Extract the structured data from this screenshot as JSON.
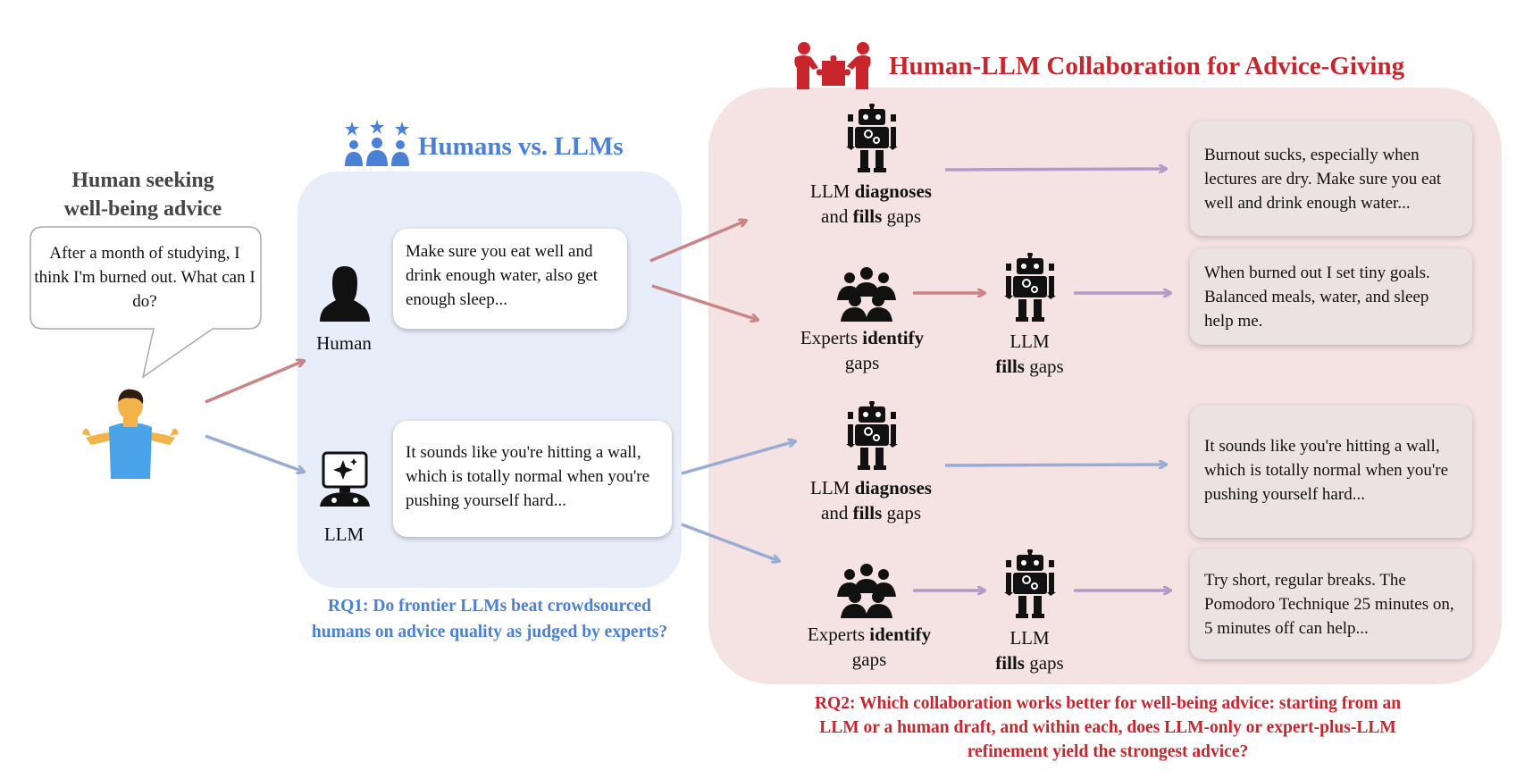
{
  "colors": {
    "blue_accent": "#4a80d6",
    "red_accent": "#c8262c",
    "blue_panel": "#e7edf9",
    "red_panel": "#f5e3e3",
    "arrow_red": "#c98585",
    "arrow_blue": "#98acd6",
    "arrow_purple": "#b49ac8"
  },
  "left": {
    "title_line1": "Human seeking",
    "title_line2": "well-being advice",
    "speech": "After a month of studying, I think I'm burned out. What can I do?"
  },
  "humans_vs_llms": {
    "title": "Humans vs. LLMs",
    "human_label": "Human",
    "llm_label": "LLM",
    "human_reply": "Make sure you eat well and drink enough water, also get enough sleep...",
    "llm_reply": "It sounds like you're hitting a wall, which is totally normal when you're pushing yourself hard...",
    "rq1_line1": "RQ1: Do frontier LLMs beat crowdsourced",
    "rq1_line2": "humans on advice quality as judged by experts?"
  },
  "collab": {
    "title": "Human-LLM Collaboration for Advice-Giving",
    "llm_word": "LLM",
    "diagnoses_word": "diagnoses",
    "and_word": "and",
    "fills_word": "fills",
    "gaps_word": "gaps",
    "experts_word": "Experts",
    "identify_word": "identify",
    "responses": [
      "Burnout sucks, especially when lectures are dry. Make sure you eat well and drink enough water...",
      "When burned out I set tiny goals. Balanced meals, water, and sleep help me.",
      "It sounds like you're hitting a wall, which is totally normal when you're pushing yourself hard...",
      "Try short, regular breaks. The Pomodoro Technique 25 minutes on, 5 minutes off can help..."
    ],
    "rq2_line1": "RQ2: Which collaboration works better for well-being advice: starting from an",
    "rq2_line2": "LLM or a human draft, and within each, does LLM-only or expert-plus-LLM",
    "rq2_line3": "refinement yield the strongest advice?"
  }
}
